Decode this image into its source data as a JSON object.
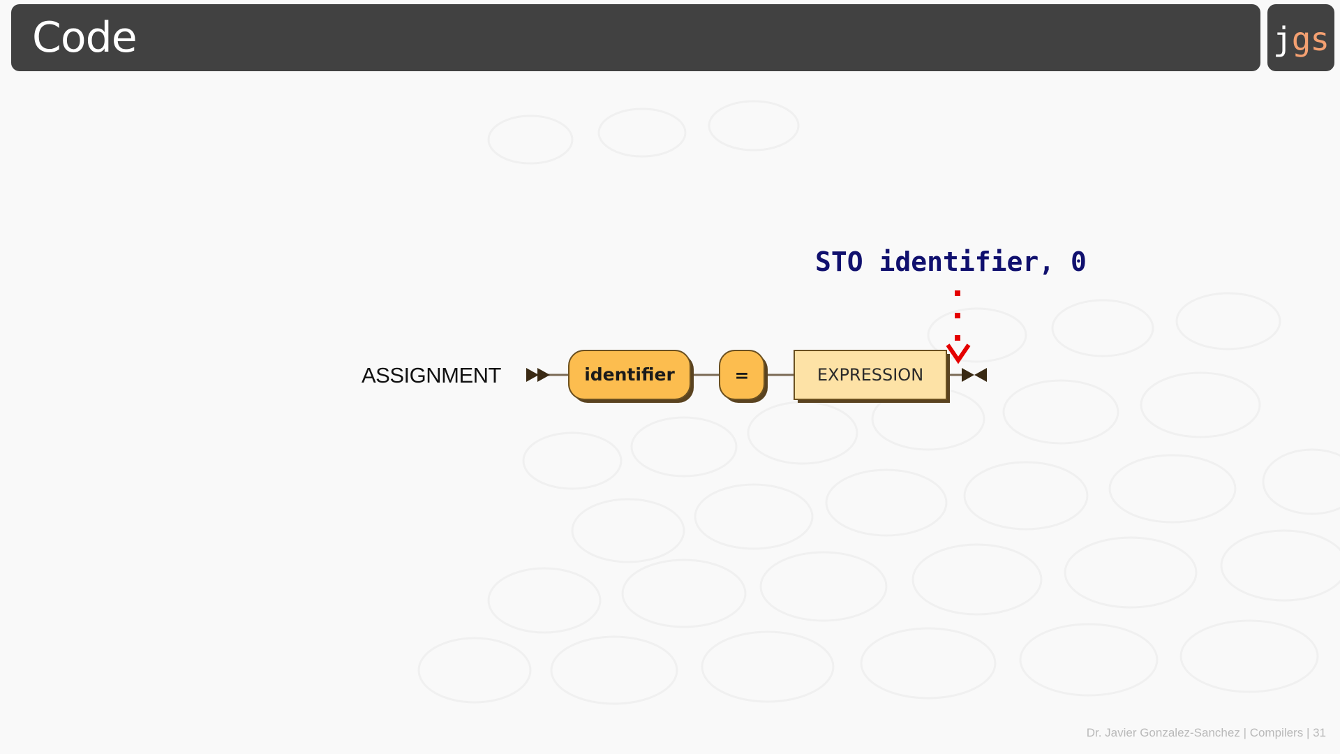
{
  "header": {
    "title": "Code",
    "logo_j": "j",
    "logo_gs": "gs"
  },
  "diagram": {
    "rule_name": "ASSIGNMENT",
    "annotation": "STO identifier, 0",
    "nodes": [
      {
        "kind": "terminal",
        "label": "identifier"
      },
      {
        "kind": "terminal",
        "label": "="
      },
      {
        "kind": "nonterminal",
        "label": "EXPRESSION"
      }
    ],
    "colors": {
      "terminal_fill": "#fcbd4f",
      "nonterminal_fill": "#fde2a6",
      "arrow": "#e40000",
      "annotation": "#10106e",
      "header_bg": "#414141",
      "logo_accent": "#f4a071"
    }
  },
  "footer": {
    "text": "Dr. Javier Gonzalez-Sanchez | Compilers | 31"
  }
}
